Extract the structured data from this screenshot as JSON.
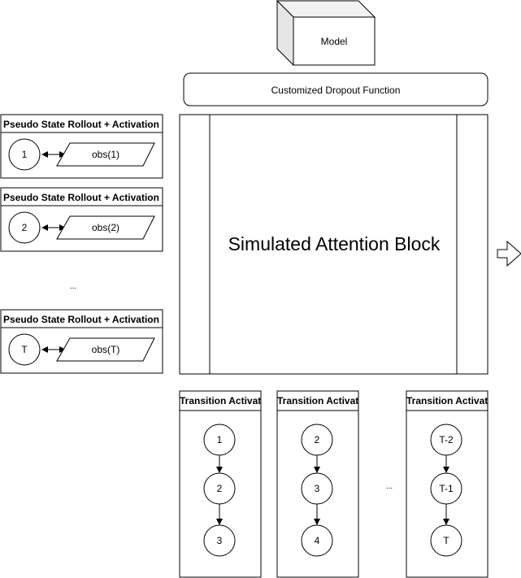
{
  "model": {
    "label": "Model"
  },
  "dropout": {
    "label": "Customized Dropout Function"
  },
  "attention": {
    "label": "Simulated Attention Block"
  },
  "rollouts": [
    {
      "title": "Pseudo State Rollout + Activation",
      "state": "1",
      "obs": "obs(1)"
    },
    {
      "title": "Pseudo State Rollout + Activation",
      "state": "2",
      "obs": "obs(2)"
    },
    {
      "title": "Pseudo State Rollout + Activation",
      "state": "T",
      "obs": "obs(T)"
    }
  ],
  "rollout_ellipsis": "...",
  "transitions": [
    {
      "title": "Transition Activation",
      "nodes": [
        "1",
        "2",
        "3"
      ]
    },
    {
      "title": "Transition Activation",
      "nodes": [
        "2",
        "3",
        "4"
      ]
    },
    {
      "title": "Transition Activation",
      "nodes": [
        "T-2",
        "T-1",
        "T"
      ]
    }
  ],
  "transition_ellipsis": "...",
  "colors": {
    "stroke": "#000000",
    "fill": "#ffffff",
    "cube_side": "#e6e6e6",
    "cube_top": "#f2f2f2"
  }
}
